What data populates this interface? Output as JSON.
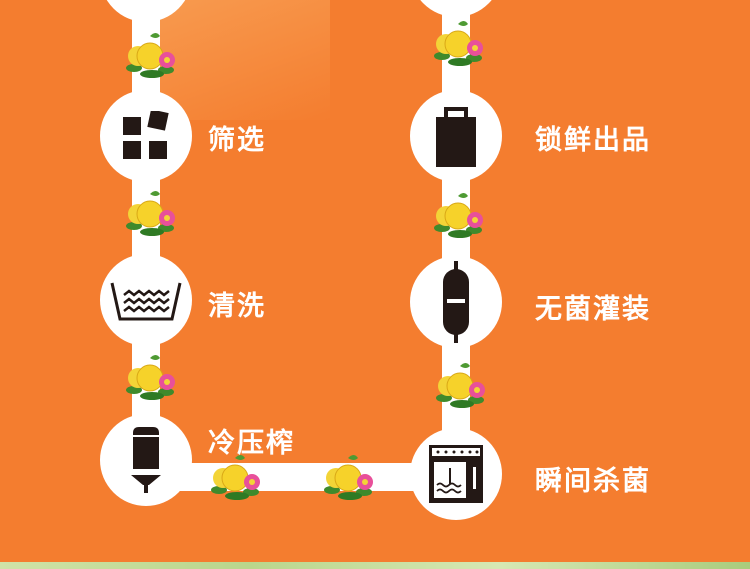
{
  "colors": {
    "background": "#F47D2F",
    "path": "#ffffff",
    "icon": "#231815"
  },
  "steps_left": [
    {
      "label": "筛选",
      "icon": "sorting-squares-icon"
    },
    {
      "label": "清洗",
      "icon": "washing-icon"
    },
    {
      "label": "冷压榨",
      "icon": "cold-press-icon"
    }
  ],
  "steps_right": [
    {
      "label": "锁鲜出品",
      "icon": "bag-icon"
    },
    {
      "label": "无菌灌装",
      "icon": "capsule-tank-icon"
    },
    {
      "label": "瞬间杀菌",
      "icon": "sterilizer-icon"
    }
  ]
}
